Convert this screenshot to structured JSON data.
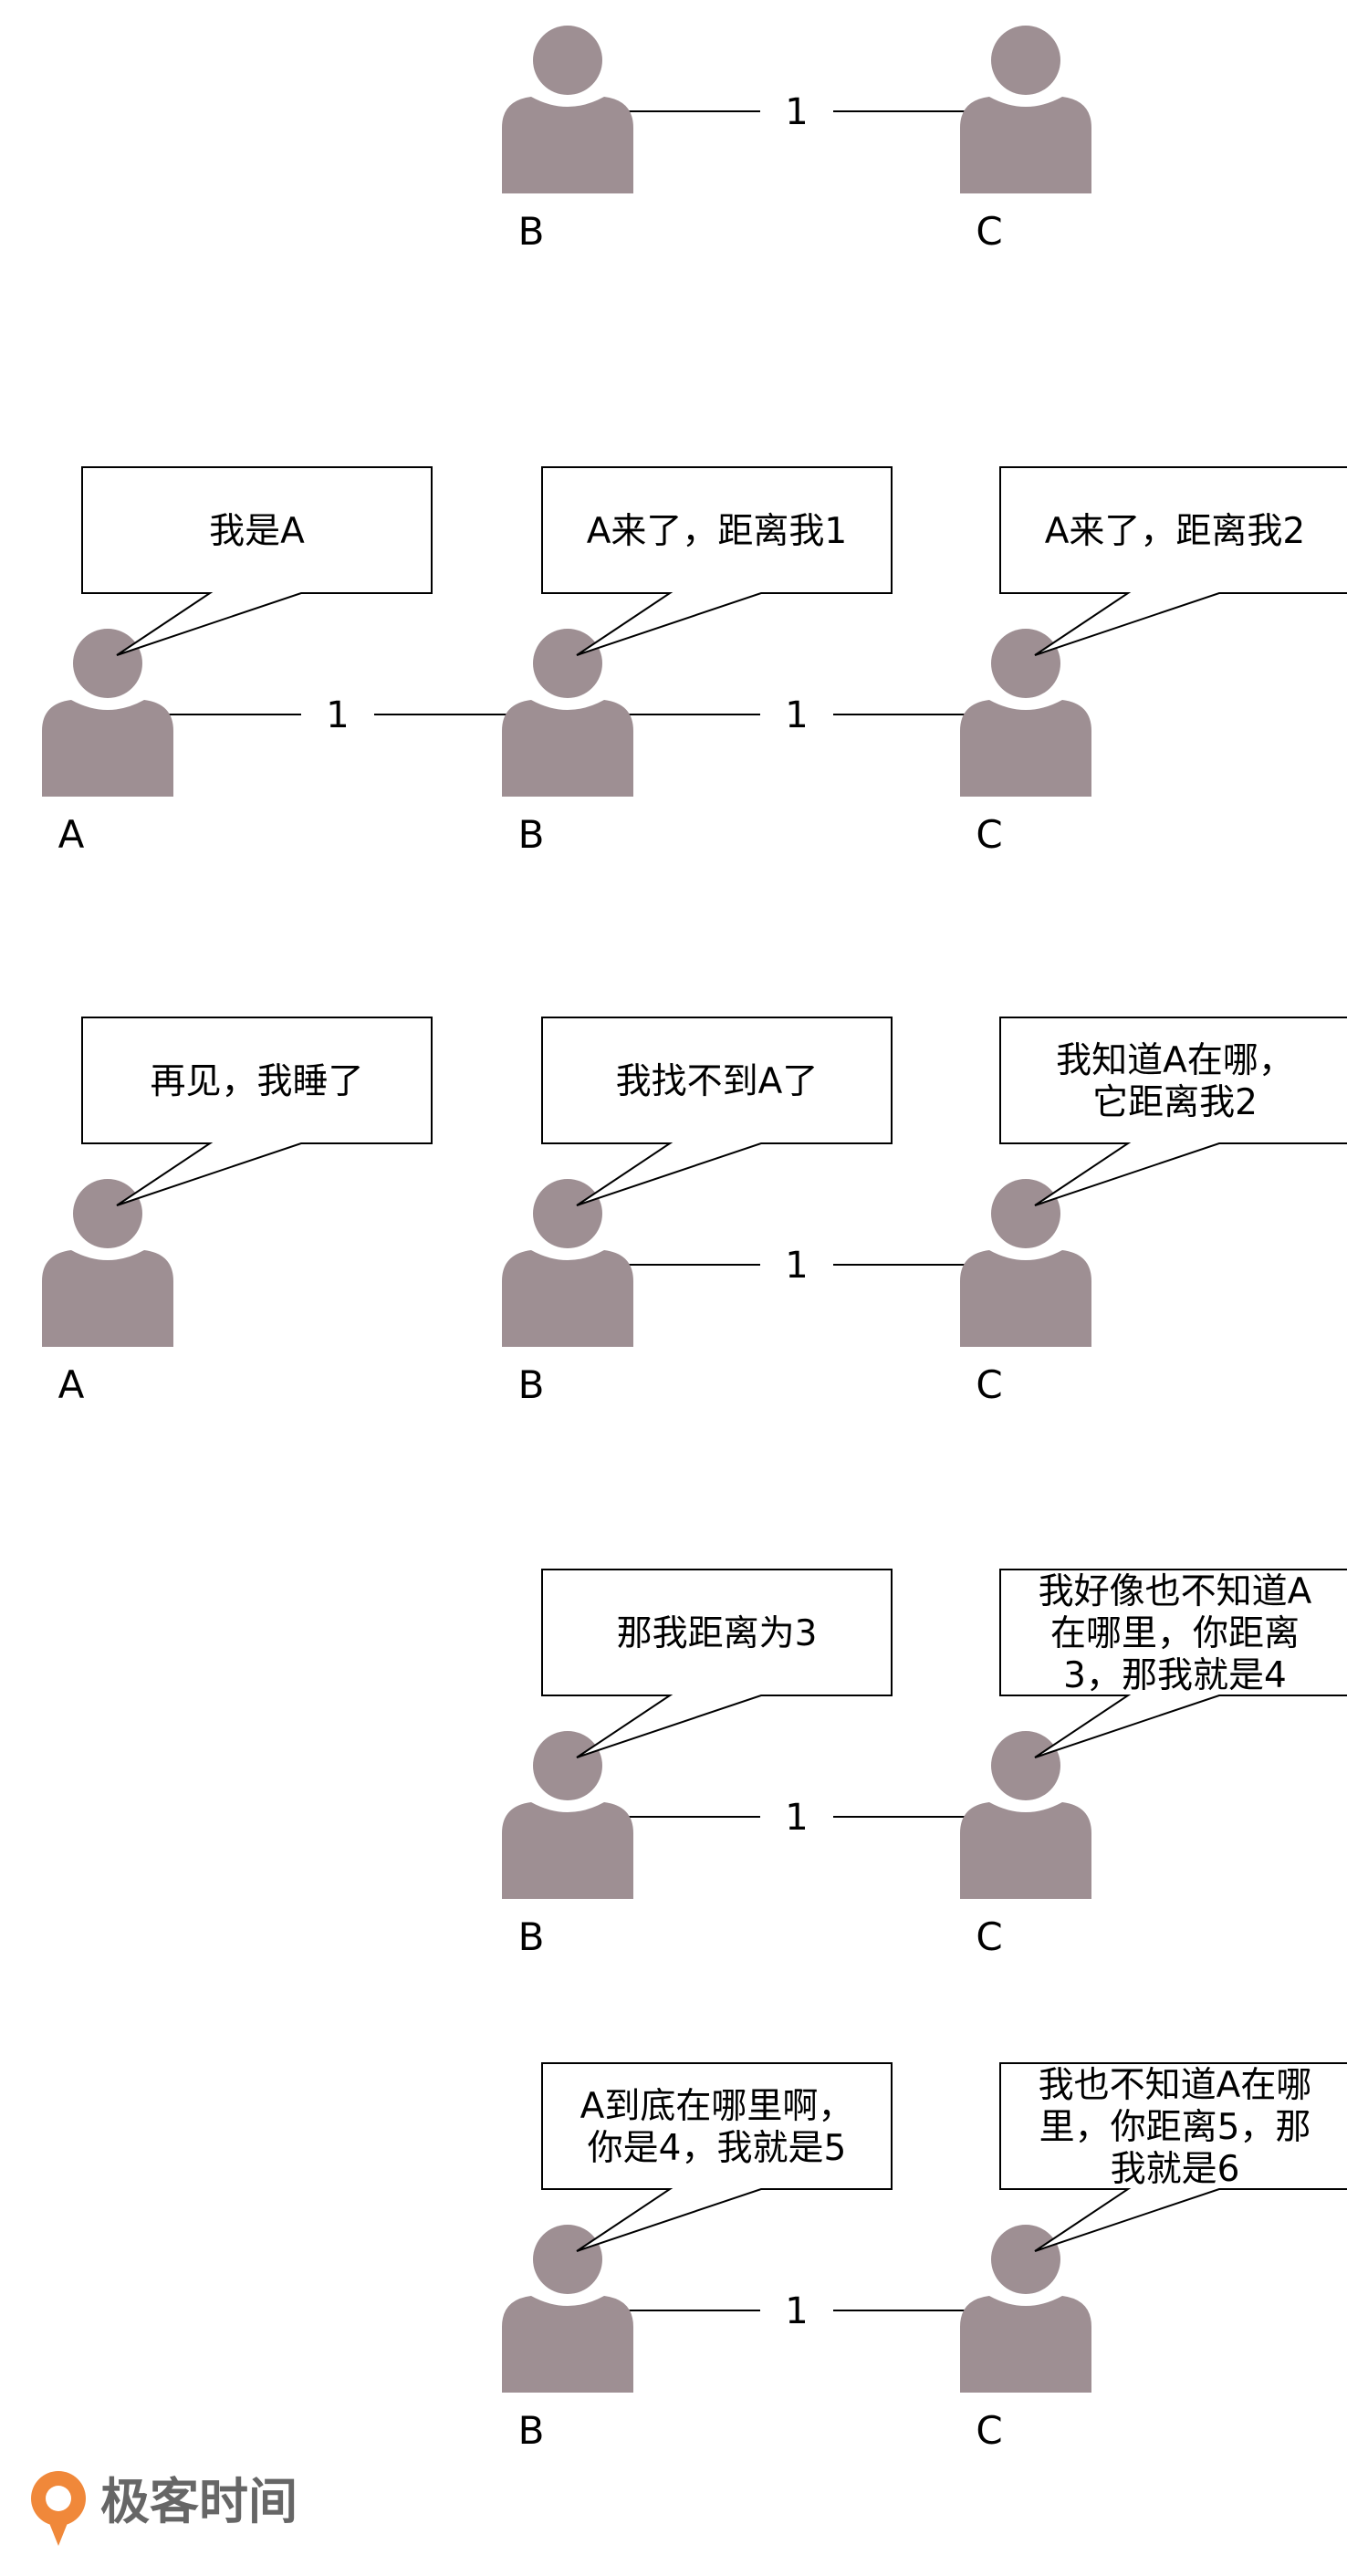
{
  "colors": {
    "person": "#9e8f93",
    "stroke": "#000000",
    "logo_accent": "#f0883a",
    "logo_text": "#666666"
  },
  "rows": [
    {
      "links": [
        {
          "from": "B",
          "to": "C",
          "label": "1"
        }
      ],
      "nodes": [
        {
          "id": "B",
          "label": "B",
          "bubble": []
        },
        {
          "id": "C",
          "label": "C",
          "bubble": []
        }
      ]
    },
    {
      "links": [
        {
          "from": "A",
          "to": "B",
          "label": "1"
        },
        {
          "from": "B",
          "to": "C",
          "label": "1"
        }
      ],
      "nodes": [
        {
          "id": "A",
          "label": "A",
          "bubble": [
            "我是A"
          ]
        },
        {
          "id": "B",
          "label": "B",
          "bubble": [
            "A来了，距离我1"
          ]
        },
        {
          "id": "C",
          "label": "C",
          "bubble": [
            "A来了，距离我2"
          ]
        }
      ]
    },
    {
      "links": [
        {
          "from": "B",
          "to": "C",
          "label": "1"
        }
      ],
      "nodes": [
        {
          "id": "A",
          "label": "A",
          "bubble": [
            "再见，我睡了"
          ]
        },
        {
          "id": "B",
          "label": "B",
          "bubble": [
            "我找不到A了"
          ]
        },
        {
          "id": "C",
          "label": "C",
          "bubble": [
            "我知道A在哪，",
            "它距离我2"
          ]
        }
      ]
    },
    {
      "links": [
        {
          "from": "B",
          "to": "C",
          "label": "1"
        }
      ],
      "nodes": [
        {
          "id": "B",
          "label": "B",
          "bubble": [
            "那我距离为3"
          ]
        },
        {
          "id": "C",
          "label": "C",
          "bubble": [
            "我好像也不知道A",
            "在哪里，你距离",
            "3，那我就是4"
          ]
        }
      ]
    },
    {
      "links": [
        {
          "from": "B",
          "to": "C",
          "label": "1"
        }
      ],
      "nodes": [
        {
          "id": "B",
          "label": "B",
          "bubble": [
            "A到底在哪里啊，",
            "你是4，我就是5"
          ]
        },
        {
          "id": "C",
          "label": "C",
          "bubble": [
            "我也不知道A在哪",
            "里，你距离5，那",
            "我就是6"
          ]
        }
      ]
    }
  ],
  "logo": {
    "text": "极客时间",
    "icon": "geektime-logo-icon"
  }
}
